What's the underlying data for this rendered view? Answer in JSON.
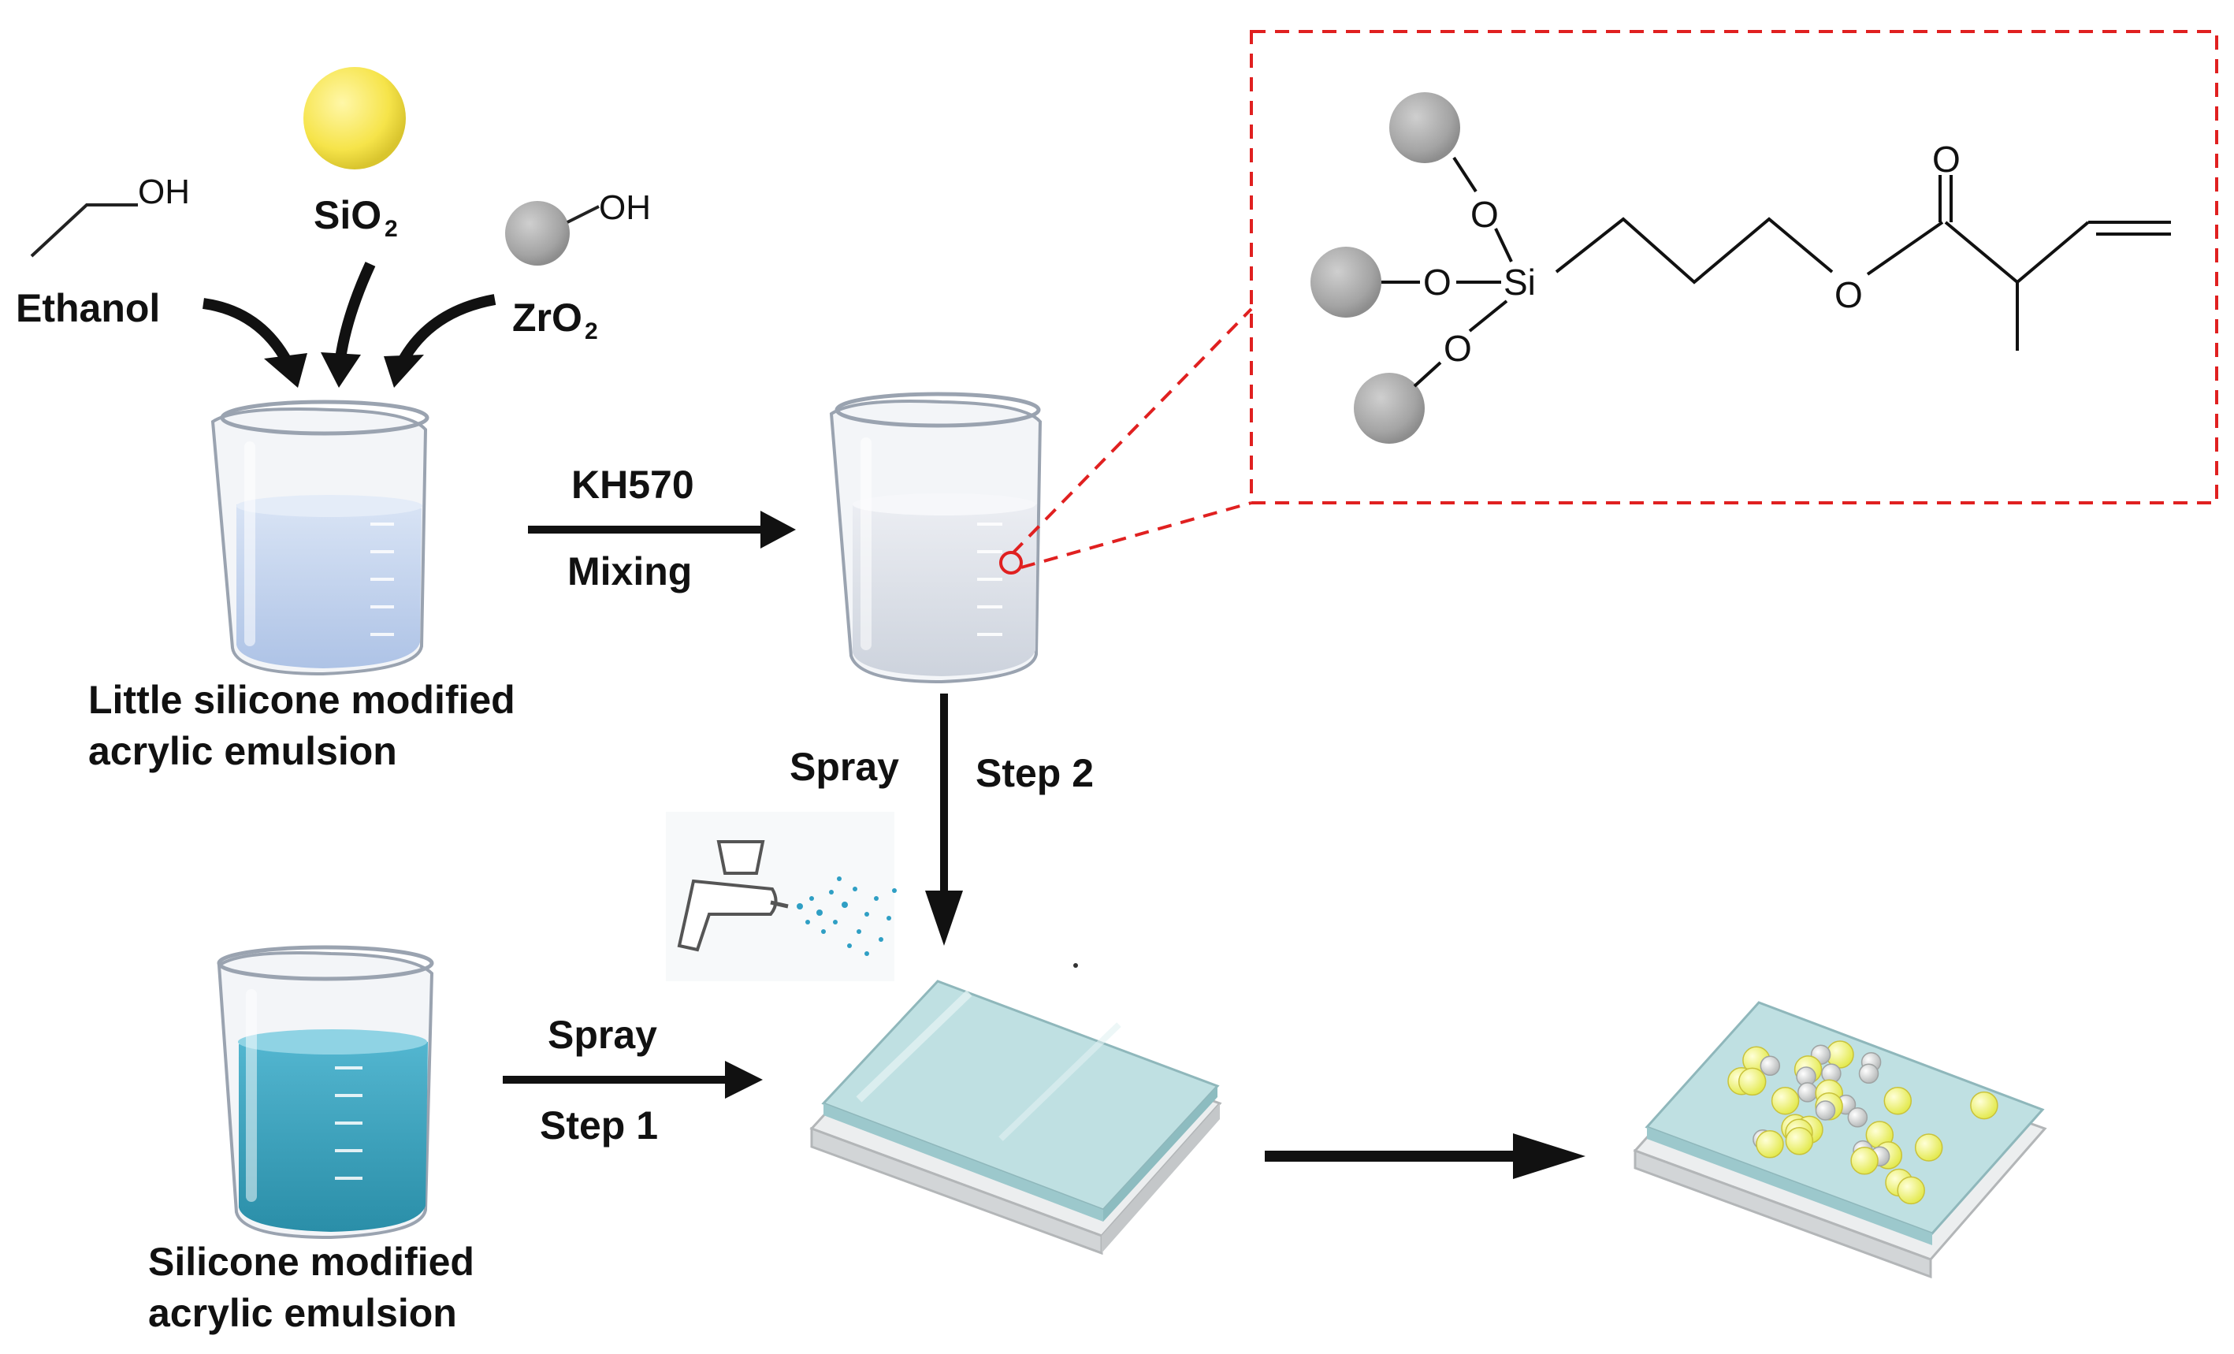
{
  "reagents": {
    "ethanol": "Ethanol",
    "ethanol_oh": "OH",
    "sio2_main": "SiO",
    "sio2_sub": "2",
    "zro2_main": "ZrO",
    "zro2_sub": "2",
    "zro2_oh": "OH"
  },
  "beakers": {
    "little_label_line1": "Little silicone modified",
    "little_label_line2": "acrylic emulsion",
    "silicone_label_line1": "Silicone modified",
    "silicone_label_line2": "acrylic emulsion"
  },
  "arrows": {
    "kh570": "KH570",
    "mixing": "Mixing",
    "spray_step2_spray": "Spray",
    "spray_step2_step": "Step 2",
    "spray_step1_spray": "Spray",
    "spray_step1_step": "Step 1"
  },
  "molecule": {
    "o1": "O",
    "o2": "O",
    "o3": "O",
    "si": "Si",
    "ester_o": "O",
    "carbonyl_o": "O"
  },
  "colors": {
    "sio2_particle": "#f6e44a",
    "zro2_particle": "#a7a7a7",
    "callout_dash": "#e02020",
    "light_liquid": "#c9d8ee",
    "blue_liquid": "#3aa0bd",
    "glass": "#bfe0e2"
  }
}
